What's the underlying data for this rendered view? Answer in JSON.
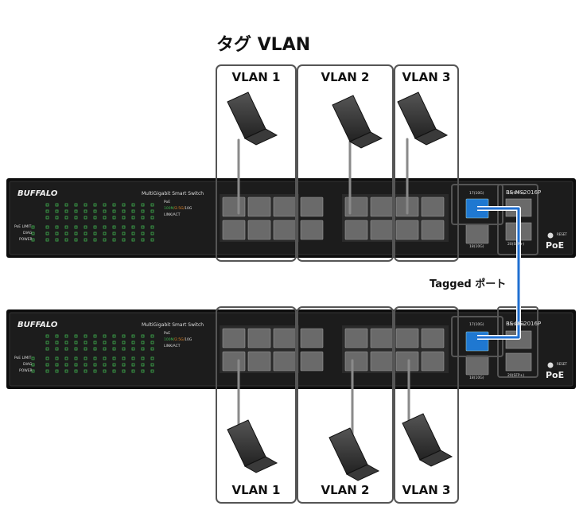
{
  "title": "タグ VLAN",
  "tagged_port_label": "Tagged ポート",
  "top_vlans": [
    "VLAN 1",
    "VLAN 2",
    "VLAN 3"
  ],
  "bottom_vlans": [
    "VLAN 1",
    "VLAN 2",
    "VLAN 3"
  ],
  "switch": {
    "brand": "BUFFALO",
    "product_line": "MultiGigabit Smart Switch",
    "model": "BS-MS2016P",
    "poe_badge": "PoE",
    "reset_label": "RESET",
    "poe_limit_label": "PoE LIMIT",
    "diag_label": "DIAG",
    "power_label": "POWER",
    "poe_led_label": "PoE",
    "speed_label_pre": "100M",
    "speed_label_mid": "/2.5G/",
    "speed_label_end": "10G",
    "link_act_label": "LINK/ACT",
    "port_17_label": "17(10G)",
    "port_18_label": "18(10G)",
    "port_19_label": "19(SFP+)",
    "port_20_label": "20(SFP+)"
  },
  "colors": {
    "vlan_box": "#555555",
    "link_line": "#8a8a8a",
    "tagged_cable": "#1f6fd1",
    "switch_body": "#1c1c1c",
    "port_fill": "#6a6a6a",
    "highlight_port": "#1f78d1",
    "led_green": "#3fb34f",
    "speed_orange": "#e88a2a"
  }
}
